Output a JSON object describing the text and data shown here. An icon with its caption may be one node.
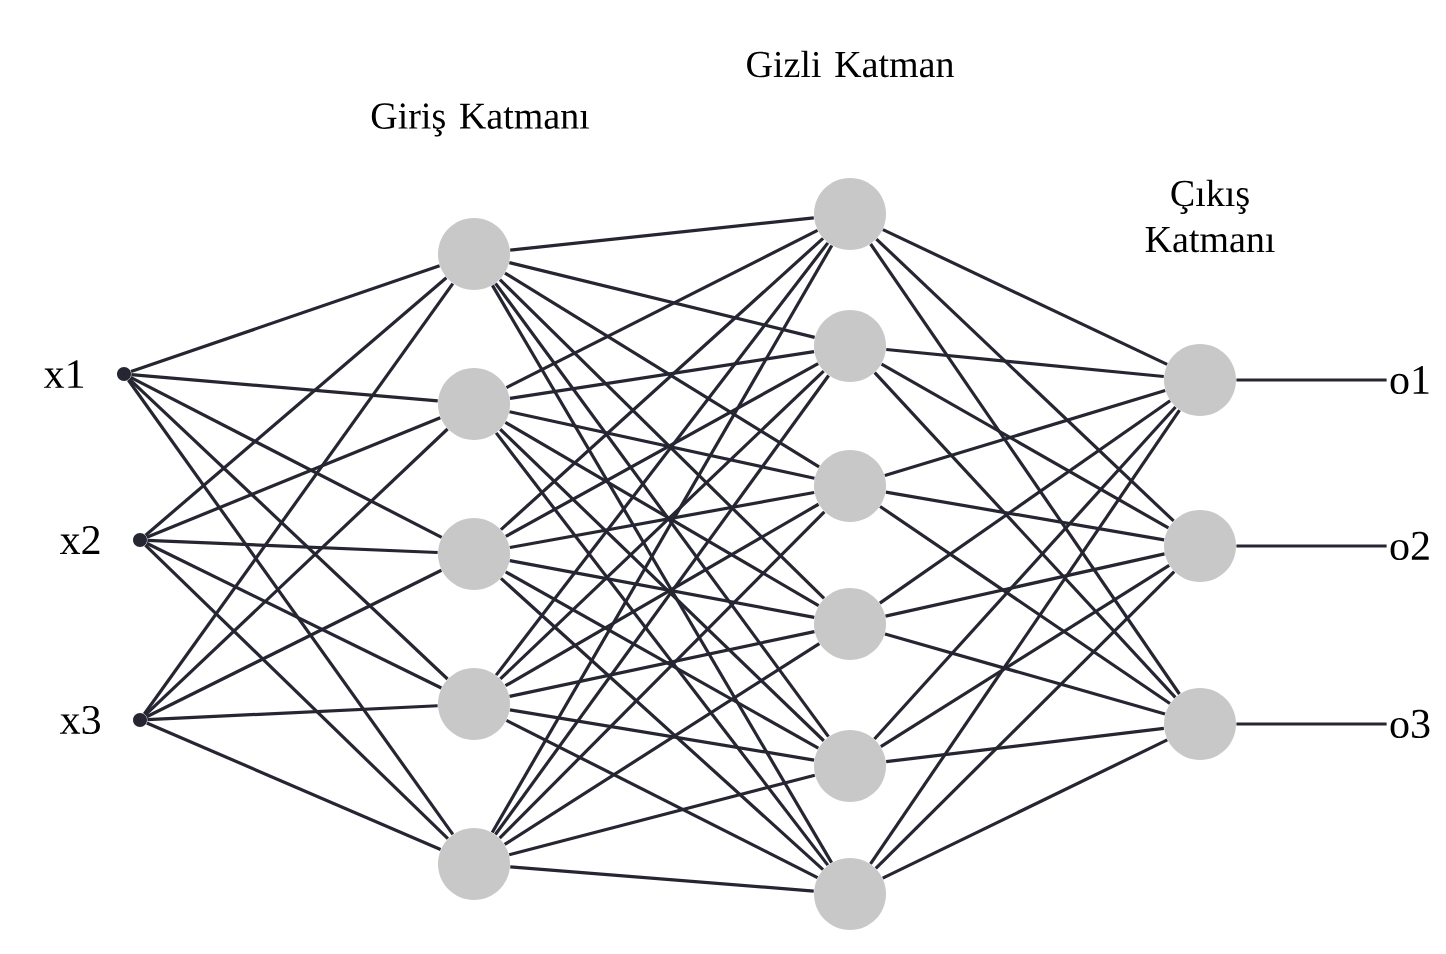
{
  "diagram": {
    "nodes": [
      {
        "text": [],
        "shape": "circle",
        "beside": [
          "x1"
        ]
      },
      {
        "text": [],
        "shape": "circle",
        "beside": [
          "x2"
        ]
      },
      {
        "text": [],
        "shape": "circle",
        "beside": [
          "x3"
        ]
      },
      {
        "text": [],
        "shape": "circle"
      },
      {
        "text": [],
        "shape": "circle"
      },
      {
        "text": [],
        "shape": "circle"
      },
      {
        "text": [],
        "shape": "circle"
      },
      {
        "text": [],
        "shape": "circle"
      },
      {
        "text": [],
        "shape": "circle"
      },
      {
        "text": [],
        "shape": "circle"
      },
      {
        "text": [],
        "shape": "circle"
      },
      {
        "text": [],
        "shape": "circle"
      },
      {
        "text": [],
        "shape": "circle"
      },
      {
        "text": [],
        "shape": "circle"
      },
      {
        "text": [],
        "shape": "circle"
      },
      {
        "text": [],
        "shape": "circle"
      },
      {
        "text": [],
        "shape": "circle"
      },
      {
        "text": [
          "o1"
        ]
      },
      {
        "text": [
          "o2"
        ]
      },
      {
        "text": [
          "o3"
        ]
      }
    ],
    "edges": [
      {
        "from": 0,
        "to": 3,
        "arrow": "none"
      },
      {
        "from": 0,
        "to": 4,
        "arrow": "none"
      },
      {
        "from": 0,
        "to": 5,
        "arrow": "none"
      },
      {
        "from": 0,
        "to": 6,
        "arrow": "none"
      },
      {
        "from": 0,
        "to": 7,
        "arrow": "none"
      },
      {
        "from": 1,
        "to": 3,
        "arrow": "none"
      },
      {
        "from": 1,
        "to": 4,
        "arrow": "none"
      },
      {
        "from": 1,
        "to": 5,
        "arrow": "none"
      },
      {
        "from": 1,
        "to": 6,
        "arrow": "none"
      },
      {
        "from": 1,
        "to": 7,
        "arrow": "none"
      },
      {
        "from": 2,
        "to": 3,
        "arrow": "none"
      },
      {
        "from": 2,
        "to": 4,
        "arrow": "none"
      },
      {
        "from": 2,
        "to": 5,
        "arrow": "none"
      },
      {
        "from": 2,
        "to": 6,
        "arrow": "none"
      },
      {
        "from": 2,
        "to": 7,
        "arrow": "none"
      },
      {
        "from": 3,
        "to": 8,
        "arrow": "none"
      },
      {
        "from": 3,
        "to": 9,
        "arrow": "none"
      },
      {
        "from": 3,
        "to": 10,
        "arrow": "none"
      },
      {
        "from": 3,
        "to": 11,
        "arrow": "none"
      },
      {
        "from": 3,
        "to": 12,
        "arrow": "none"
      },
      {
        "from": 3,
        "to": 13,
        "arrow": "none"
      },
      {
        "from": 4,
        "to": 8,
        "arrow": "none"
      },
      {
        "from": 4,
        "to": 9,
        "arrow": "none"
      },
      {
        "from": 4,
        "to": 10,
        "arrow": "none"
      },
      {
        "from": 4,
        "to": 11,
        "arrow": "none"
      },
      {
        "from": 4,
        "to": 12,
        "arrow": "none"
      },
      {
        "from": 4,
        "to": 13,
        "arrow": "none"
      },
      {
        "from": 5,
        "to": 8,
        "arrow": "none"
      },
      {
        "from": 5,
        "to": 9,
        "arrow": "none"
      },
      {
        "from": 5,
        "to": 10,
        "arrow": "none"
      },
      {
        "from": 5,
        "to": 11,
        "arrow": "none"
      },
      {
        "from": 5,
        "to": 12,
        "arrow": "none"
      },
      {
        "from": 5,
        "to": 13,
        "arrow": "none"
      },
      {
        "from": 6,
        "to": 8,
        "arrow": "none"
      },
      {
        "from": 6,
        "to": 9,
        "arrow": "none"
      },
      {
        "from": 6,
        "to": 10,
        "arrow": "none"
      },
      {
        "from": 6,
        "to": 11,
        "arrow": "none"
      },
      {
        "from": 6,
        "to": 12,
        "arrow": "none"
      },
      {
        "from": 6,
        "to": 13,
        "arrow": "none"
      },
      {
        "from": 7,
        "to": 8,
        "arrow": "none"
      },
      {
        "from": 7,
        "to": 9,
        "arrow": "none"
      },
      {
        "from": 7,
        "to": 10,
        "arrow": "none"
      },
      {
        "from": 7,
        "to": 11,
        "arrow": "none"
      },
      {
        "from": 7,
        "to": 12,
        "arrow": "none"
      },
      {
        "from": 7,
        "to": 13,
        "arrow": "none"
      },
      {
        "from": 8,
        "to": 14,
        "arrow": "none"
      },
      {
        "from": 8,
        "to": 15,
        "arrow": "none"
      },
      {
        "from": 8,
        "to": 16,
        "arrow": "none"
      },
      {
        "from": 9,
        "to": 14,
        "arrow": "none"
      },
      {
        "from": 9,
        "to": 15,
        "arrow": "none"
      },
      {
        "from": 9,
        "to": 16,
        "arrow": "none"
      },
      {
        "from": 10,
        "to": 14,
        "arrow": "none"
      },
      {
        "from": 10,
        "to": 15,
        "arrow": "none"
      },
      {
        "from": 10,
        "to": 16,
        "arrow": "none"
      },
      {
        "from": 11,
        "to": 14,
        "arrow": "none"
      },
      {
        "from": 11,
        "to": 15,
        "arrow": "none"
      },
      {
        "from": 11,
        "to": 16,
        "arrow": "none"
      },
      {
        "from": 12,
        "to": 14,
        "arrow": "none"
      },
      {
        "from": 12,
        "to": 15,
        "arrow": "none"
      },
      {
        "from": 12,
        "to": 16,
        "arrow": "none"
      },
      {
        "from": 13,
        "to": 14,
        "arrow": "none"
      },
      {
        "from": 13,
        "to": 15,
        "arrow": "none"
      },
      {
        "from": 13,
        "to": 16,
        "arrow": "none"
      },
      {
        "from": 14,
        "to": 17,
        "arrow": "none"
      },
      {
        "from": 15,
        "to": 18,
        "arrow": "none"
      },
      {
        "from": 16,
        "to": 19,
        "arrow": "none"
      }
    ],
    "labels": [
      "Giriş Katmanı",
      "Gizli Katman",
      "Çıkış Katmanı"
    ]
  }
}
